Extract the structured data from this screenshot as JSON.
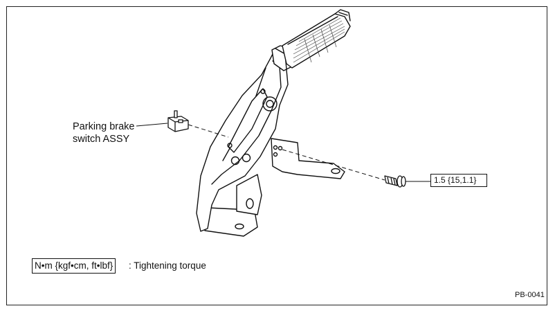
{
  "callouts": {
    "switch_line1": "Parking brake",
    "switch_line2": "switch ASSY",
    "torque_value": "1.5 {15,1.1}"
  },
  "legend": {
    "units": "N•m {kgf•cm, ft•lbf}",
    "description": ": Tightening torque"
  },
  "figure_id": "PB-0041"
}
